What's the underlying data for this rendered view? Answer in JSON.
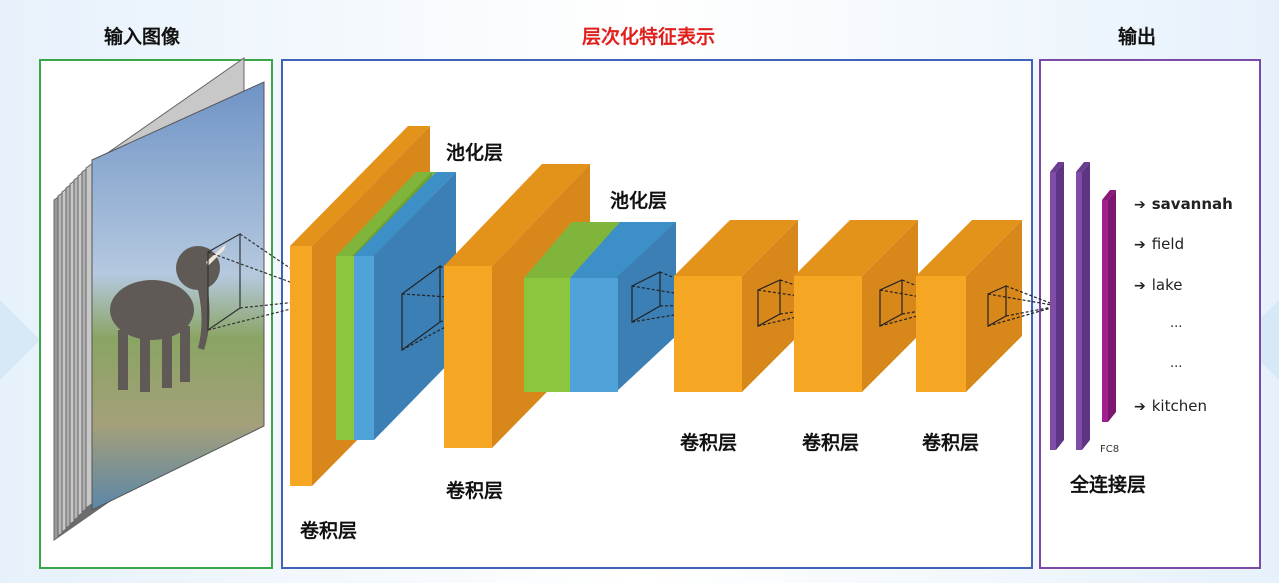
{
  "sections": {
    "input_title": "输入图像",
    "hierarchy_title": "层次化特征表示",
    "output_title": "输出"
  },
  "layers": {
    "conv1": "卷积层",
    "pool1": "池化层",
    "conv2": "卷积层",
    "pool2": "池化层",
    "conv3": "卷积层",
    "conv4": "卷积层",
    "conv5": "卷积层",
    "fc": "全连接层",
    "fc8": "FC8"
  },
  "outputs": [
    {
      "label": "savannah",
      "bold": true
    },
    {
      "label": "field",
      "bold": false
    },
    {
      "label": "lake",
      "bold": false
    },
    {
      "label": "...",
      "bold": false
    },
    {
      "label": "...",
      "bold": false
    },
    {
      "label": "kitchen",
      "bold": false
    }
  ],
  "colors": {
    "input_border": "#3aa64a",
    "hierarchy_border": "#3f63b8",
    "output_border": "#7b4aa8",
    "hierarchy_title": "#e0201c",
    "conv": "#f5a623",
    "pool_green": "#8cc63f",
    "pool_blue": "#4fa3d9",
    "fc_purple": "#7f4da6",
    "fc8_magenta": "#a0208c"
  }
}
